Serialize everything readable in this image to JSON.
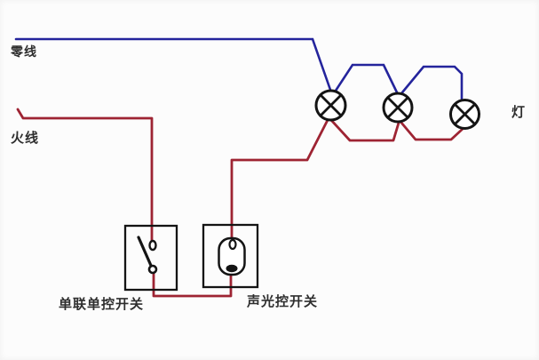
{
  "diagram": {
    "labels": {
      "neutral_wire": "零线",
      "live_wire": "火线",
      "lamp": "灯",
      "single_switch": "单联单控开关",
      "sound_light_switch": "声光控开关"
    },
    "colors": {
      "background": "#fcfcfc",
      "neutral": "#24249c",
      "live": "#9e2433",
      "outline": "#141414",
      "text": "#2e2e2e"
    },
    "components": {
      "lamp_count": 3,
      "switch_count": 2
    }
  }
}
